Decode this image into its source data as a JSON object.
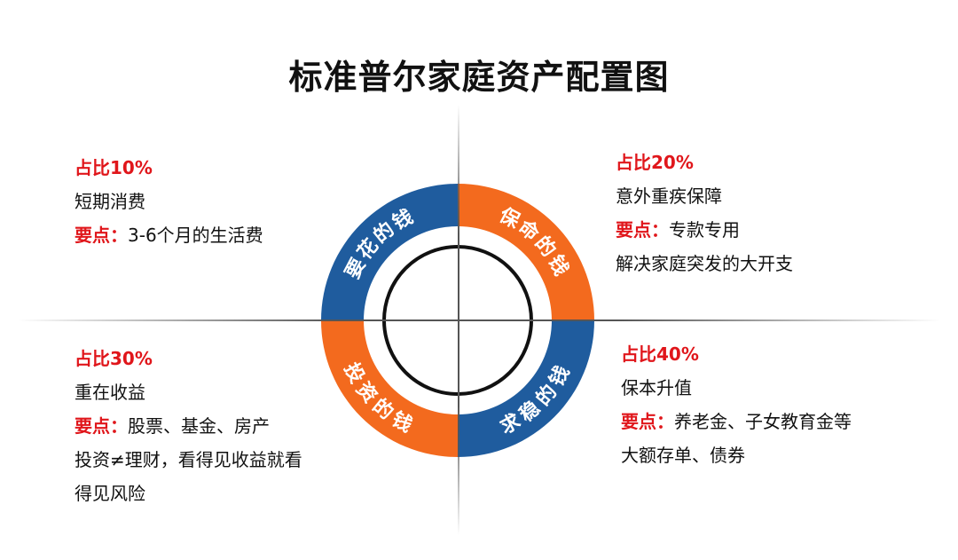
{
  "title": "标准普尔家庭资产配置图",
  "colors": {
    "blue": "#1f5c9e",
    "orange": "#f36a1e",
    "red_text": "#e0161b",
    "axis": "#555555",
    "inner_circle": "#111111"
  },
  "ring": {
    "segments": [
      {
        "label": "要花的钱",
        "position": "top-left",
        "color": "#1f5c9e"
      },
      {
        "label": "保命的钱",
        "position": "top-right",
        "color": "#f36a1e"
      },
      {
        "label": "投资的钱",
        "position": "bottom-left",
        "color": "#f36a1e"
      },
      {
        "label": "求稳的钱",
        "position": "bottom-right",
        "color": "#1f5c9e"
      }
    ]
  },
  "quadrants": {
    "top_left": {
      "percent": "占比10%",
      "lines": [
        "短期消费"
      ],
      "key_label": "要点：",
      "key_text": "3-6个月的生活费",
      "extra": []
    },
    "top_right": {
      "percent": "占比20%",
      "lines": [
        "意外重疾保障"
      ],
      "key_label": "要点：",
      "key_text": "专款专用",
      "extra": [
        "解决家庭突发的大开支"
      ]
    },
    "bottom_left": {
      "percent": "占比30%",
      "lines": [
        "重在收益"
      ],
      "key_label": "要点：",
      "key_text": "股票、基金、房产",
      "extra": [
        "投资≠理财，看得见收益就看",
        "得见风险"
      ]
    },
    "bottom_right": {
      "percent": "占比40%",
      "lines": [
        "保本升值"
      ],
      "key_label": "要点：",
      "key_text": "养老金、子女教育金等",
      "extra": [
        "大额存单、债券"
      ]
    }
  }
}
